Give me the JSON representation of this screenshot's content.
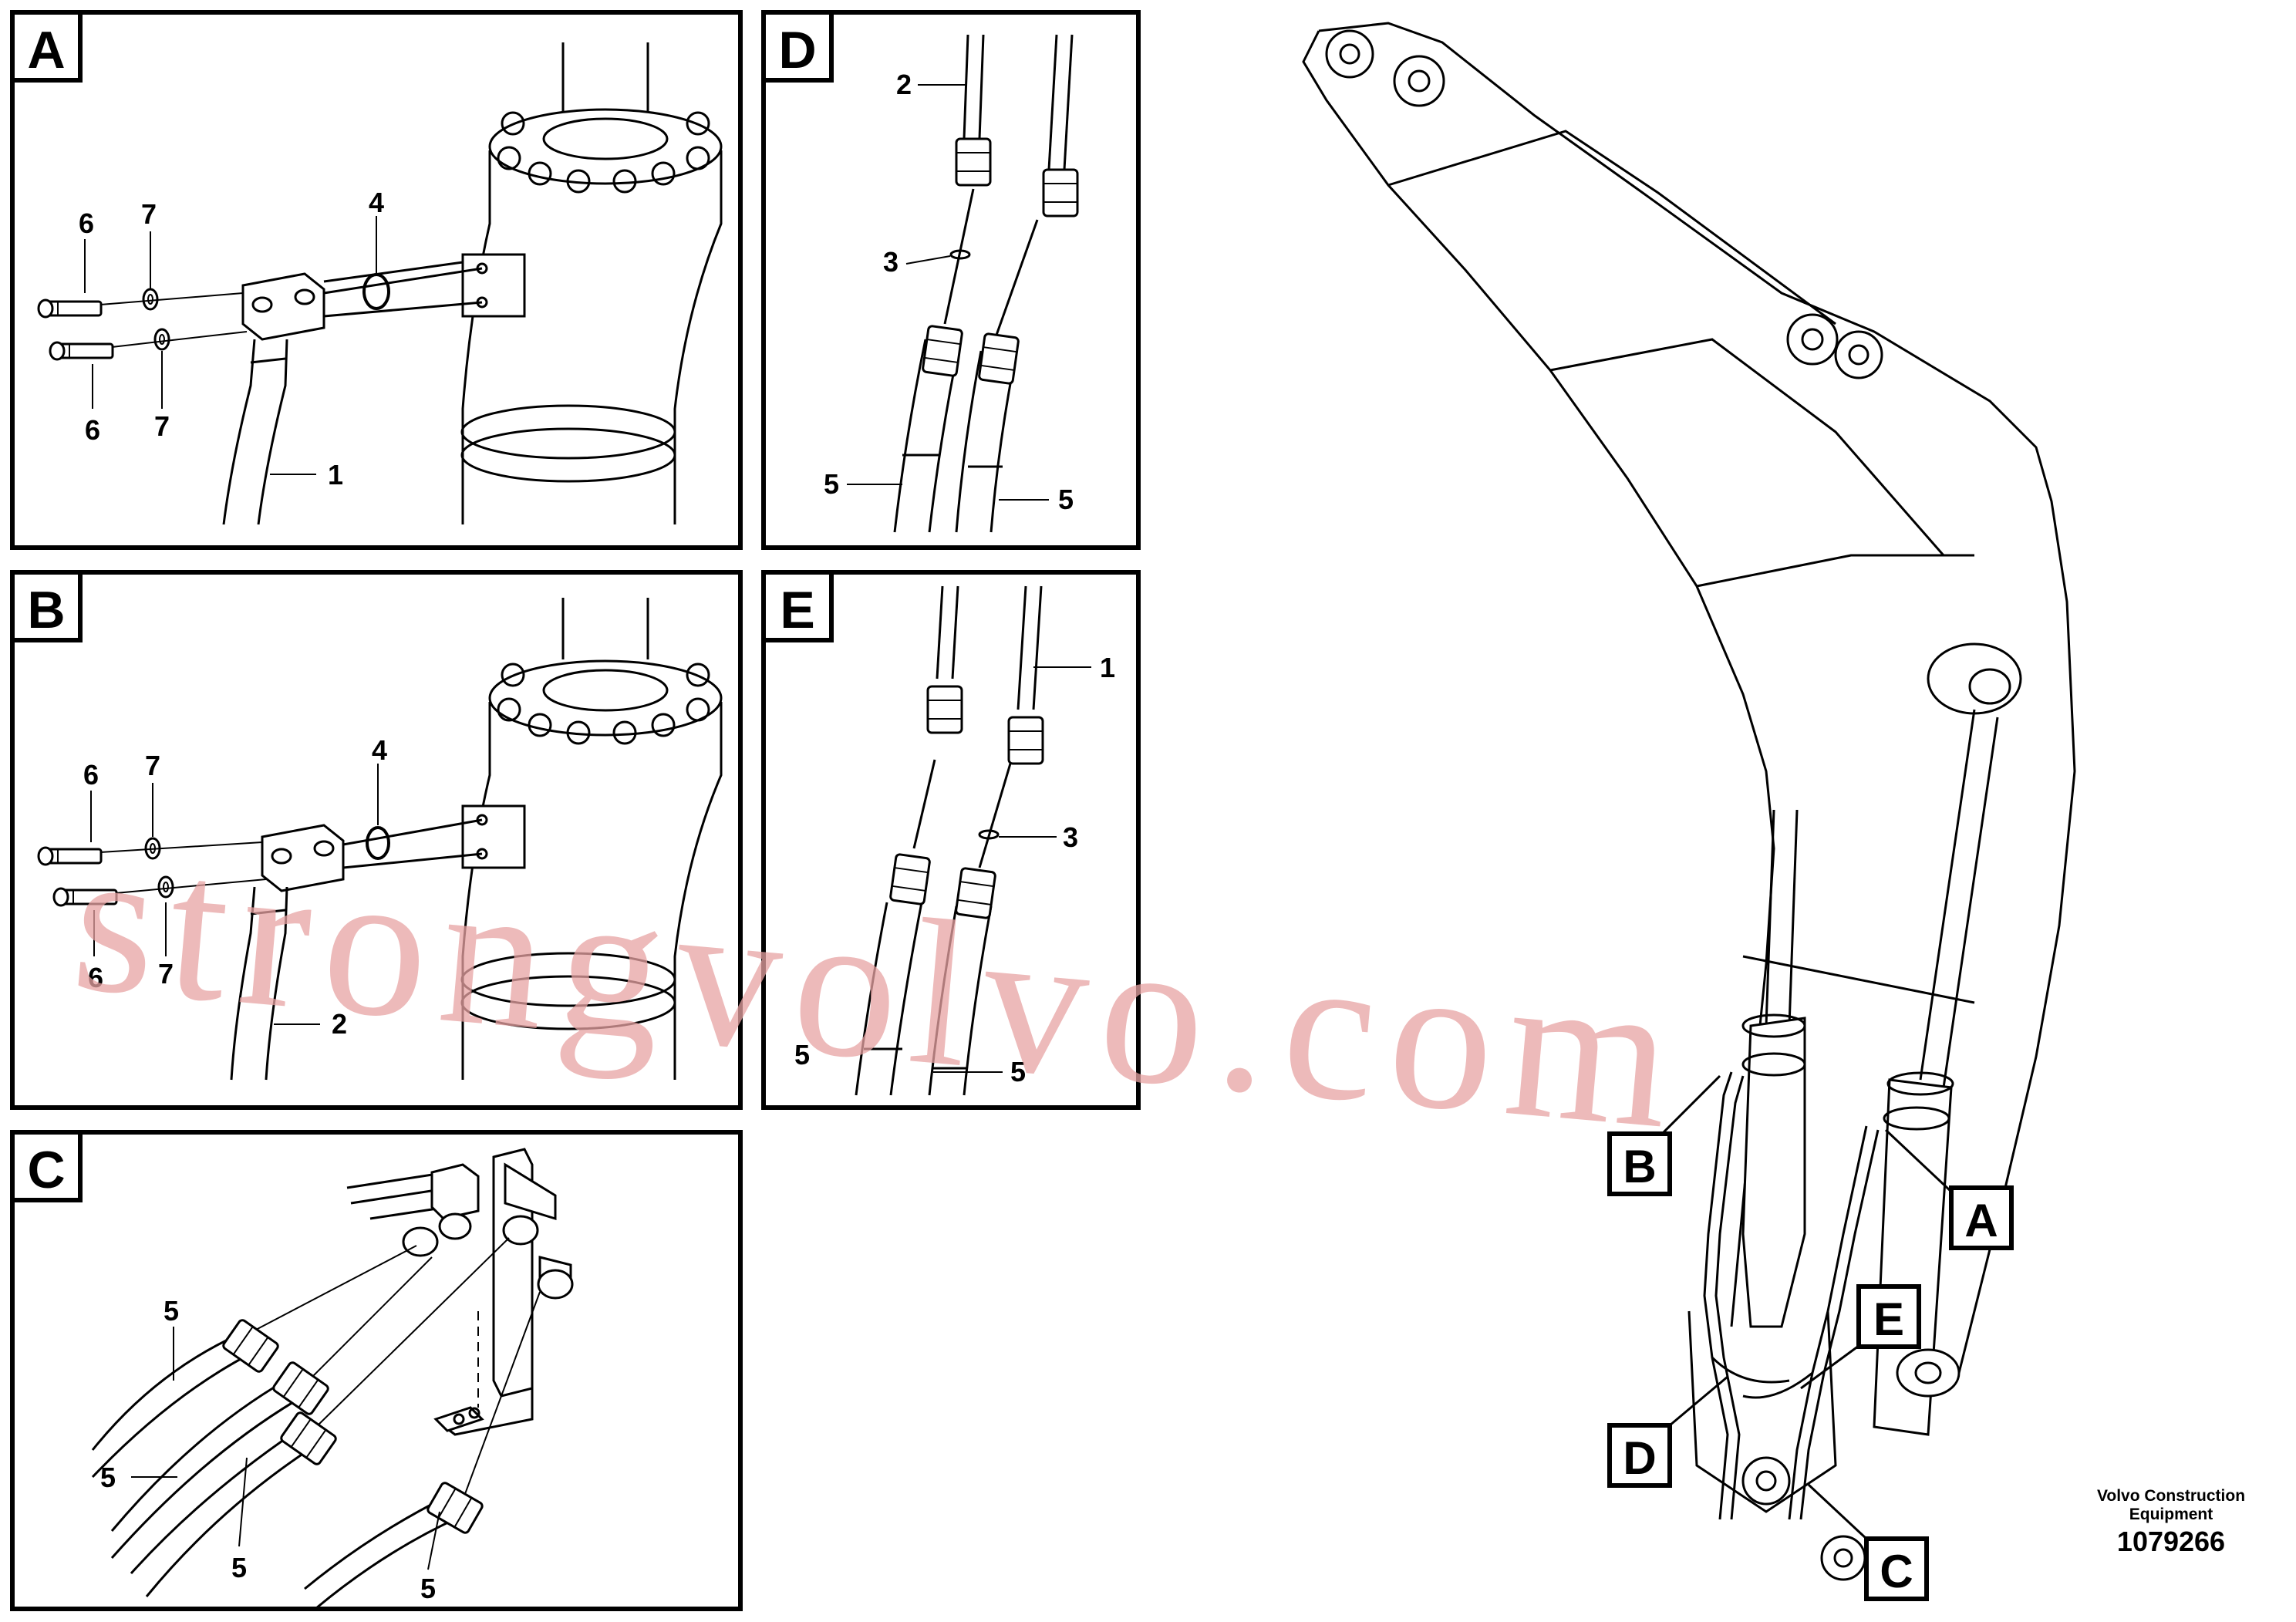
{
  "panels": {
    "A": {
      "letter": "A",
      "callouts": [
        "6",
        "7",
        "4",
        "6",
        "7",
        "1"
      ]
    },
    "B": {
      "letter": "B",
      "callouts": [
        "6",
        "7",
        "4",
        "6",
        "7",
        "2"
      ]
    },
    "C": {
      "letter": "C",
      "callouts": [
        "5",
        "5",
        "5",
        "5"
      ]
    },
    "D": {
      "letter": "D",
      "callouts": [
        "2",
        "3",
        "5",
        "5"
      ]
    },
    "E": {
      "letter": "E",
      "callouts": [
        "1",
        "3",
        "5",
        "5"
      ]
    }
  },
  "overview_tags": [
    "B",
    "A",
    "E",
    "D",
    "C"
  ],
  "watermark": "strongvolvo.com",
  "footer": {
    "company": "Volvo Construction Equipment",
    "code": "1079266"
  }
}
